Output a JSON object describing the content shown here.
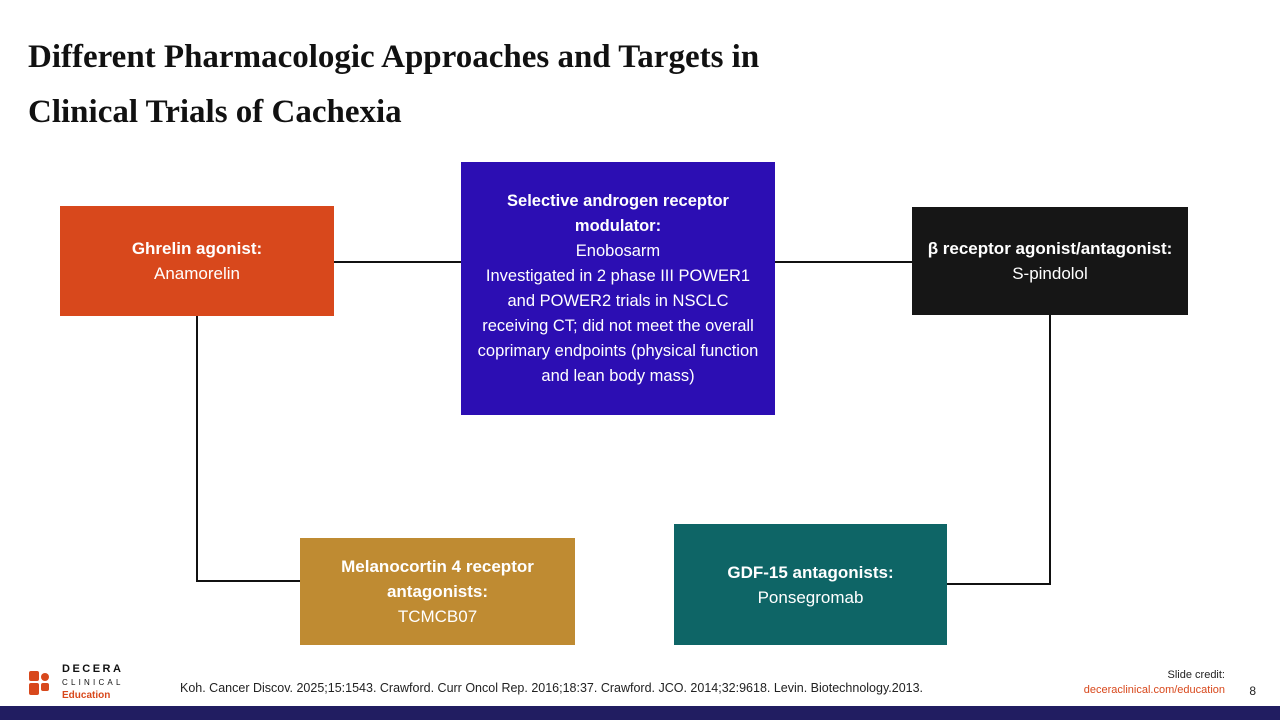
{
  "slide": {
    "title_line1": "Different Pharmacologic Approaches and Targets in",
    "title_line2": "Clinical Trials of Cachexia",
    "page_number": "8"
  },
  "boxes": {
    "ghrelin": {
      "heading": "Ghrelin agonist:",
      "body": "Anamorelin",
      "color": "#d8481c"
    },
    "sarm": {
      "heading": "Selective androgen receptor modulator:",
      "body1": "Enobosarm",
      "body2": "Investigated in 2 phase III POWER1 and POWER2 trials in NSCLC receiving CT; did not meet the overall coprimary endpoints (physical function and lean body mass)",
      "color": "#2c0eb3"
    },
    "beta": {
      "heading": "β receptor agonist/antagonist:",
      "body": "S-pindolol",
      "color": "#161616"
    },
    "melanocortin": {
      "heading": "Melanocortin 4 receptor antagonists:",
      "body": "TCMCB07",
      "color": "#bf8b32"
    },
    "gdf15": {
      "heading": "GDF-15 antagonists:",
      "body": "Ponsegromab",
      "color": "#0e6566"
    }
  },
  "footer": {
    "logo_line1": "DECERA",
    "logo_line2": "CLINICAL",
    "logo_line3": "Education",
    "references": "Koh. Cancer Discov. 2025;15:1543. Crawford. Curr Oncol Rep. 2016;18:37. Crawford. JCO. 2014;32:9618. Levin. Biotechnology.2013.",
    "credit_label": "Slide credit:",
    "credit_link": "deceraclinical.com/education",
    "bar_color": "#211d61",
    "accent_color": "#d8481c"
  }
}
